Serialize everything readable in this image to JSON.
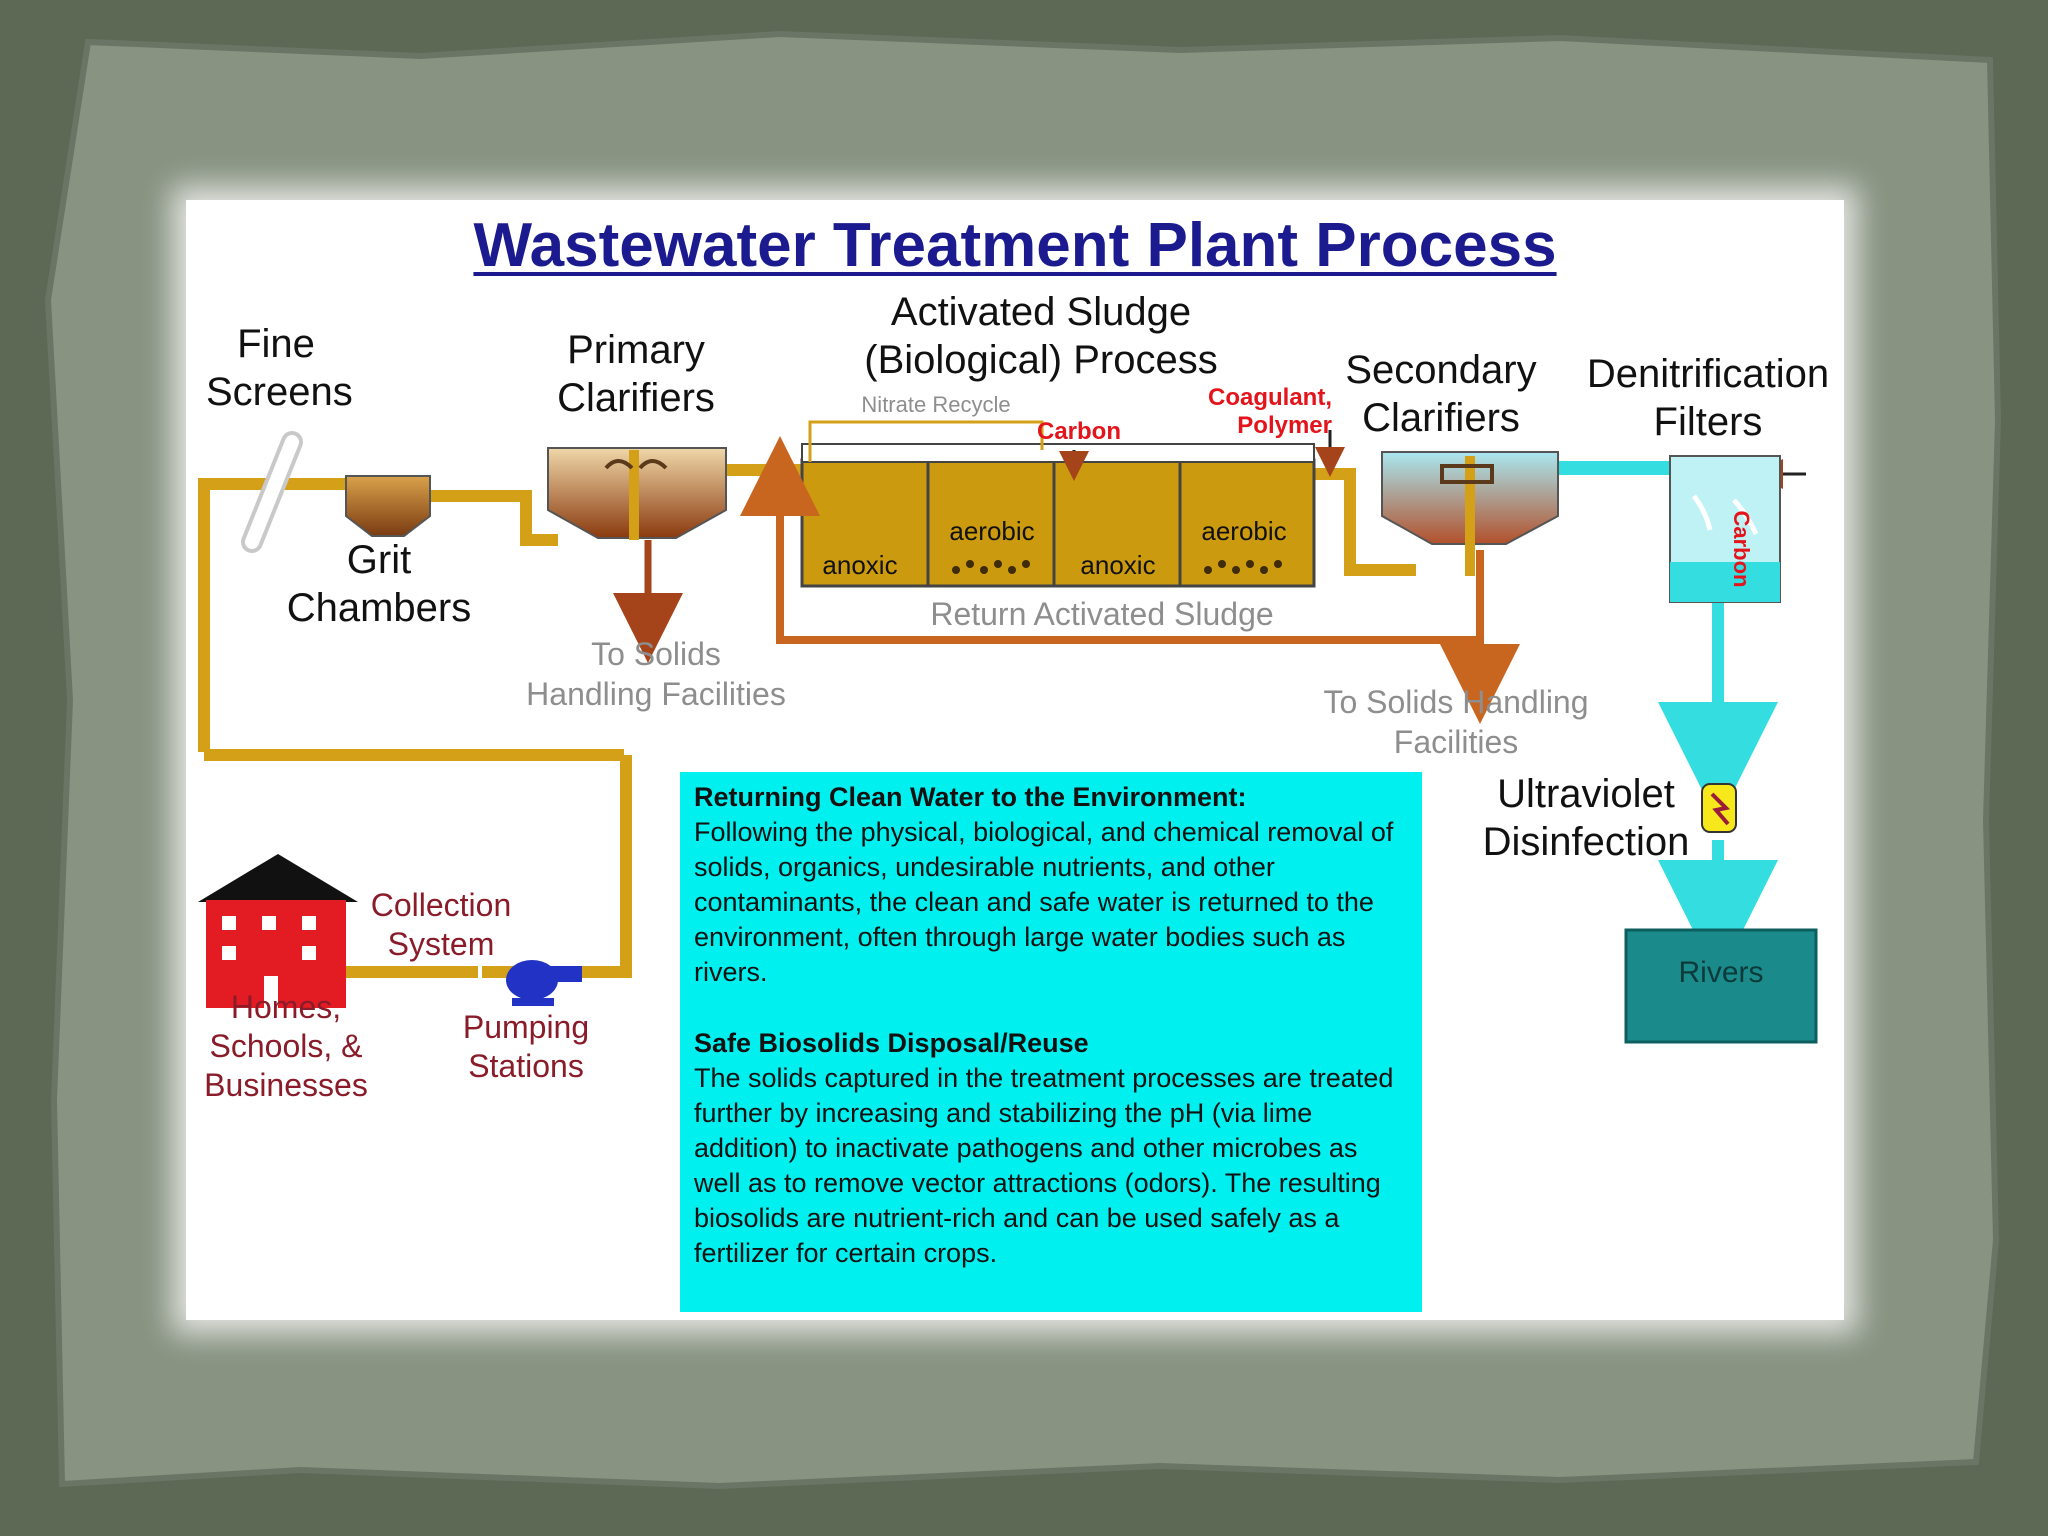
{
  "title": "Wastewater Treatment Plant Process",
  "stages": {
    "fine_screens": "Fine\nScreens",
    "grit_chambers": "Grit\nChambers",
    "primary_clarifiers": "Primary\nClarifiers",
    "activated_sludge": "Activated Sludge\n(Biological) Process",
    "secondary_clarifiers": "Secondary\nClarifiers",
    "denitrification_filters": "Denitrification\nFilters",
    "uv_disinfection": "Ultraviolet\nDisinfection",
    "rivers": "Rivers"
  },
  "zones": {
    "anoxic": "anoxic",
    "aerobic": "aerobic"
  },
  "notes": {
    "nitrate_recycle": "Nitrate Recycle",
    "return_activated_sludge": "Return Activated Sludge",
    "to_solids_primary": "To Solids\nHandling Facilities",
    "to_solids_secondary": "To Solids Handling\nFacilities"
  },
  "additives": {
    "carbon": "Carbon",
    "coagulant": "Coagulant,\nPolymer",
    "carbon_filter": "Carbon"
  },
  "sources": {
    "collection_system": "Collection\nSystem",
    "homes": "Homes,\nSchools, &\nBusinesses",
    "pumping_stations": "Pumping\nStations"
  },
  "info": {
    "heading1": "Returning Clean Water to the Environment:",
    "body1": "Following the physical, biological, and chemical removal of solids, organics, undesirable nutrients, and other contaminants, the clean and safe water is returned to the environment, often through large water bodies such as rivers.",
    "heading2": "Safe Biosolids Disposal/Reuse",
    "body2": "The solids captured in the treatment processes are treated further by increasing and stabilizing the pH (via lime addition) to inactivate pathogens and other microbes as well as to remove vector attractions (odors).  The resulting biosolids are nutrient-rich and can be used safely as a fertilizer for certain crops."
  },
  "colors": {
    "pipe": "#d4a017",
    "sludge": "#c8651e",
    "clean_water": "#33dde0",
    "title": "#1b1b8f",
    "house": "#e31b23",
    "rivers": "#1b8a8a"
  }
}
